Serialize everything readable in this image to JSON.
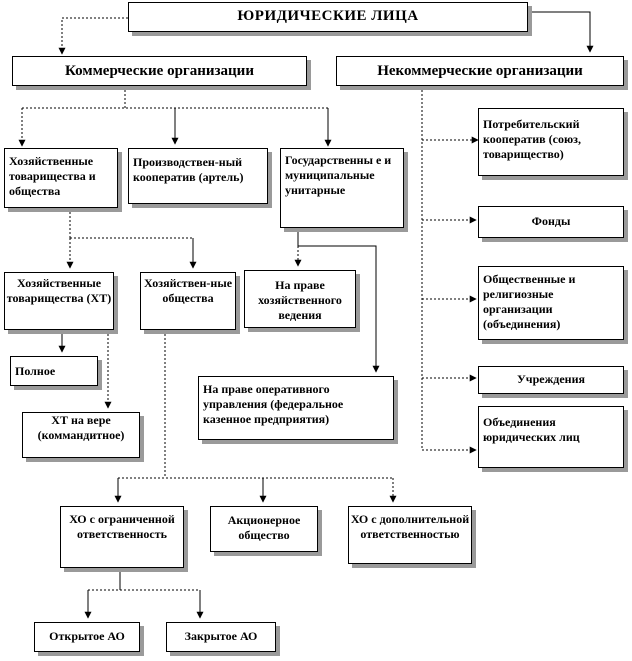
{
  "title": "ЮРИДИЧЕСКИЕ ЛИЦА",
  "commercial": "Коммерческие организации",
  "noncommercial": "Некоммерческие организации",
  "business_partnerships_societies": "Хозяйственные товарищества и общества",
  "production_cooperative": "Производствен-ный кооператив (артель)",
  "state_municipal_unitary": "Государственны е и муниципальные унитарные",
  "consumer_cooperative": "Потребительский кооператив (союз, товарищество)",
  "funds": "Фонды",
  "public_religious": "Общественные и религиозные организации (объединения)",
  "institutions": "Учреждения",
  "associations": "Объединения юридических лиц",
  "business_partnerships": "Хозяйственные товарищества (ХТ)",
  "business_societies": "Хозяйствен-ные общества",
  "economic_management": "На праве хозяйственного ведения",
  "operational_management": "На праве оперативного управления (федеральное казенное предприятия)",
  "full": "Полное",
  "limited_partnership": "ХТ на вере (коммандитное)",
  "llc": "ХО с ограниченной ответственность",
  "jsc": "Акционерное общество",
  "alc": "ХО с дополнительной ответственностью",
  "open_jsc": "Открытое АО",
  "closed_jsc": "Закрытое АО"
}
